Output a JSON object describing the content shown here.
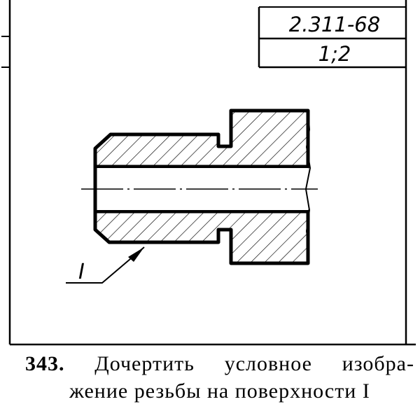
{
  "title_block": {
    "standard": "2.311-68",
    "scale": "1;2"
  },
  "drawing": {
    "leader_label": "I"
  },
  "caption": {
    "number": "343.",
    "line1_words": [
      "Дочертить",
      "условное",
      "изобра-"
    ],
    "line2": "жение резьбы на поверхности I"
  }
}
